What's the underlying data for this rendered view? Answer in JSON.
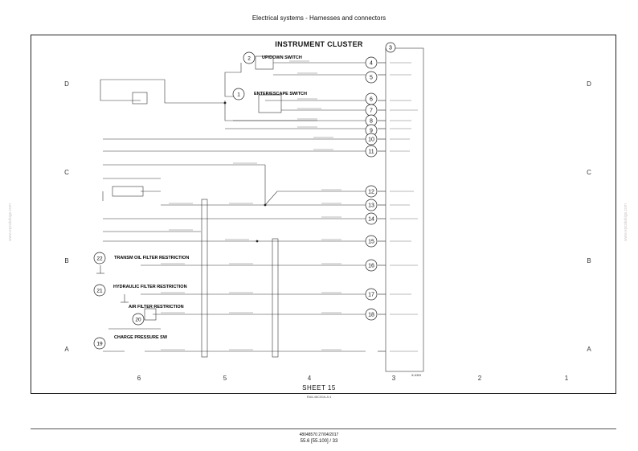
{
  "page": {
    "header": "Electrical systems - Harnesses and connectors",
    "title": "INSTRUMENT CLUSTER",
    "sheet": "SHEET 15",
    "sheet_sub": "RAIL46C00A-A   4",
    "footer_doc": "48048570 27/04/2017",
    "footer_page": "55.6 [55.100] / 33",
    "watermark": "www.epcatalogs.com"
  },
  "grid": {
    "columns": [
      "6",
      "5",
      "4",
      "3",
      "2",
      "1"
    ],
    "rows": [
      "D",
      "C",
      "B",
      "A"
    ]
  },
  "components": [
    {
      "num": "1",
      "label": "ENTER/ESCAPE SWITCH"
    },
    {
      "num": "2",
      "label": "UP/DOWN SWITCH"
    },
    {
      "num": "19",
      "label": "CHARGE PRESSURE SW"
    },
    {
      "num": "20",
      "label": "AIR FILTER RESTRICTION"
    },
    {
      "num": "21",
      "label": "HYDRAULIC FILTER RESTRICTION"
    },
    {
      "num": "22",
      "label": "TRANSM OIL FILTER RESTRICTION"
    }
  ],
  "cluster": {
    "num": "3",
    "code": "X-XXX"
  },
  "pins": [
    "4",
    "5",
    "6",
    "7",
    "8",
    "9",
    "10",
    "11",
    "12",
    "13",
    "14",
    "15",
    "16",
    "17",
    "18"
  ]
}
